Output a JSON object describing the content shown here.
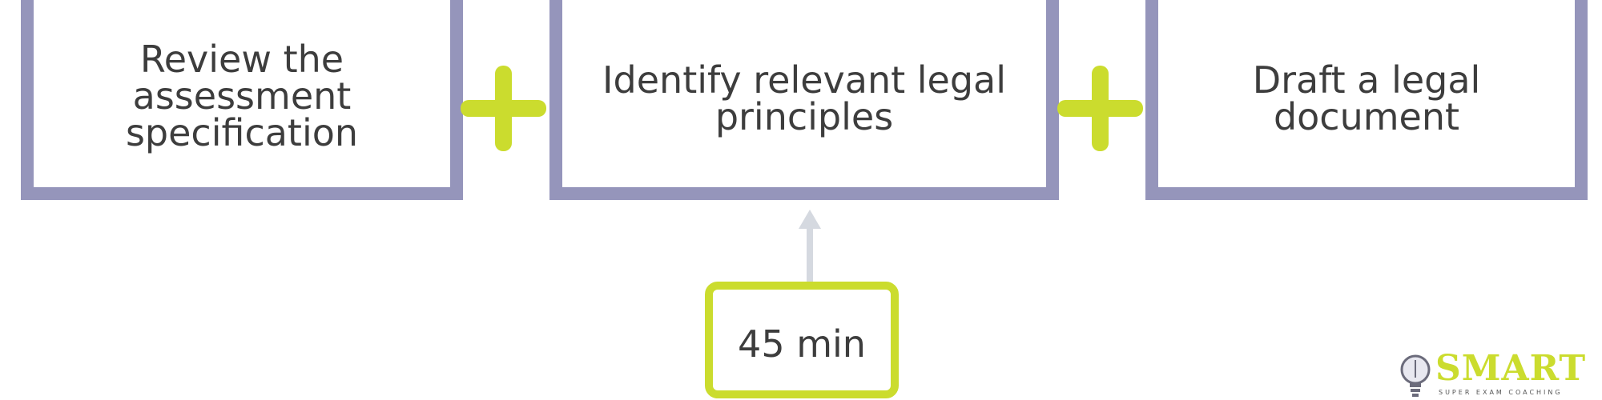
{
  "steps": [
    {
      "label": "Review the\nassessment\nspecification"
    },
    {
      "label": "Identify relevant legal\nprinciples"
    },
    {
      "label": "Draft a legal\ndocument"
    }
  ],
  "connector_symbol": "plus-icon",
  "time_box": {
    "label": "45 min"
  },
  "arrow_icon": "arrow-up-icon",
  "logo": {
    "wordmark": "SMART",
    "tagline": "SUPER EXAM COACHING",
    "icon": "lightbulb-icon"
  },
  "colors": {
    "step_border": "#9595bb",
    "accent": "#cbdc2e",
    "text": "#3d3d3d",
    "arrow": "#d5d9e0"
  }
}
